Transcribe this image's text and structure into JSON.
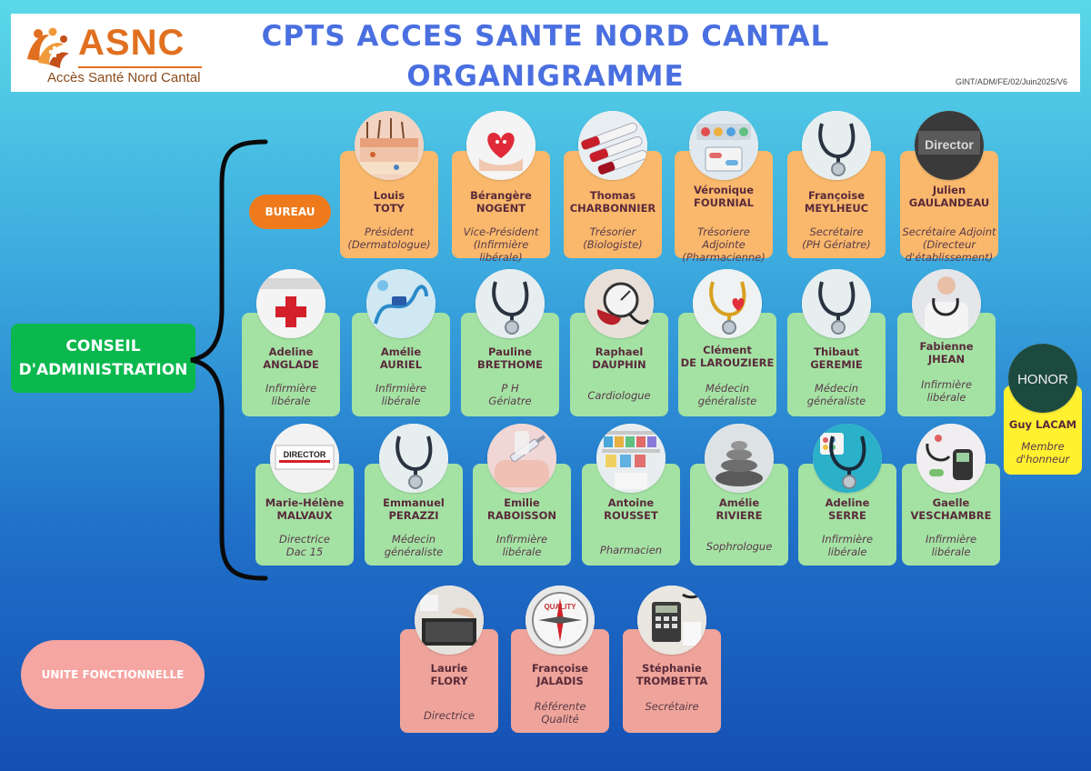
{
  "header": {
    "logo_text": "ASNC",
    "logo_subtitle": "Accès Santé Nord Cantal",
    "title_line1": "CPTS ACCES SANTE NORD CANTAL",
    "title_line2": "ORGANIGRAMME",
    "reference": "GINT/ADM/FE/02/Juin2025/V6"
  },
  "labels": {
    "bureau": "BUREAU",
    "conseil_line1": "CONSEIL",
    "conseil_line2": "D'ADMINISTRATION",
    "unite": "UNITE FONCTIONNELLE"
  },
  "bureau": [
    {
      "first": "Louis",
      "last": "TOTY",
      "role": [
        "Président",
        "(Dermatologue)"
      ],
      "icon": "skin-layers-icon"
    },
    {
      "first": "Bérangère",
      "last": "NOGENT",
      "role": [
        "Vice-Président",
        "(Infirmière",
        "libérale)"
      ],
      "icon": "heart-hands-icon"
    },
    {
      "first": "Thomas",
      "last": "CHARBONNIER",
      "role": [
        "Trésorier",
        "(Biologiste)"
      ],
      "icon": "blood-tubes-icon"
    },
    {
      "first": "Véronique",
      "last": "FOURNIAL",
      "role": [
        "Trésoriere",
        "Adjointe",
        "(Pharmacienne)"
      ],
      "icon": "pills-icon"
    },
    {
      "first": "Françoise",
      "last": "MEYLHEUC",
      "role": [
        "Secrétaire",
        "(PH Gériatre)"
      ],
      "icon": "stethoscope-icon"
    },
    {
      "first": "Julien",
      "last": "GAULANDEAU",
      "role": [
        "Secrétaire Adjoint",
        "(Directeur",
        "d'établissement)"
      ],
      "icon": "director-sign-icon",
      "icon_text": "Director"
    }
  ],
  "ca_row1": [
    {
      "first": "Adeline",
      "last": "ANGLADE",
      "role": [
        "Infirmière",
        "libérale"
      ],
      "icon": "red-cross-icon"
    },
    {
      "first": "Amélie",
      "last": "AURIEL",
      "role": [
        "Infirmière",
        "libérale"
      ],
      "icon": "iv-tube-icon"
    },
    {
      "first": "Pauline",
      "last": "BRETHOME",
      "role": [
        "P H",
        "Gériatre"
      ],
      "icon": "stethoscope-icon"
    },
    {
      "first": "Raphael",
      "last": "DAUPHIN",
      "role": [
        "Cardiologue"
      ],
      "icon": "blood-pressure-icon"
    },
    {
      "first": "Clément",
      "last": "DE LAROUZIERE",
      "role": [
        "Médecin",
        "généraliste"
      ],
      "icon": "stethoscope-heart-icon"
    },
    {
      "first": "Thibaut",
      "last": "GEREMIE",
      "role": [
        "Médecin",
        "généraliste"
      ],
      "icon": "stethoscope-icon"
    },
    {
      "first": "Fabienne",
      "last": "JHEAN",
      "role": [
        "Infirmière",
        "libérale"
      ],
      "icon": "nurse-icon"
    }
  ],
  "ca_row2": [
    {
      "first": "Marie-Hélène",
      "last": "MALVAUX",
      "role": [
        "Directrice",
        "Dac 15"
      ],
      "icon": "director-card-icon",
      "icon_text": "DIRECTOR"
    },
    {
      "first": "Emmanuel",
      "last": "PERAZZI",
      "role": [
        "Médecin",
        "généraliste"
      ],
      "icon": "stethoscope-icon"
    },
    {
      "first": "Emilie",
      "last": "RABOISSON",
      "role": [
        "Infirmière",
        "libérale"
      ],
      "icon": "injection-icon"
    },
    {
      "first": "Antoine",
      "last": "ROUSSET",
      "role": [
        "Pharmacien"
      ],
      "icon": "pharmacy-icon"
    },
    {
      "first": "Amélie",
      "last": "RIVIERE",
      "role": [
        "Sophrologue"
      ],
      "icon": "stones-icon"
    },
    {
      "first": "Adeline",
      "last": "SERRE",
      "role": [
        "Infirmière",
        "libérale"
      ],
      "icon": "medical-kit-icon"
    },
    {
      "first": "Gaelle",
      "last": "VESCHAMBRE",
      "role": [
        "Infirmière",
        "libérale"
      ],
      "icon": "glucose-meter-icon"
    }
  ],
  "honor": {
    "icon_text": "HONOR",
    "name": "Guy  LACAM",
    "role": [
      "Membre",
      "d'honneur"
    ],
    "icon": "honor-icon"
  },
  "unit": [
    {
      "first": "Laurie",
      "last": "FLORY",
      "role": [
        "Directrice"
      ],
      "icon": "laptop-icon"
    },
    {
      "first": "Françoise",
      "last": "JALADIS",
      "role": [
        "Référente",
        "Qualité"
      ],
      "icon": "quality-compass-icon",
      "icon_text": "QUALITY"
    },
    {
      "first": "Stéphanie",
      "last": "TROMBETTA",
      "role": [
        "Secrétaire"
      ],
      "icon": "calculator-icon"
    }
  ],
  "colors": {
    "bureau_card": "#f9b86c",
    "ca_card": "#a4e2a4",
    "unit_card": "#eea49a",
    "honor_card": "#fff030",
    "bureau_pill": "#ee7a1c",
    "ca_pill": "#0ab84e",
    "unit_pill": "#f6a6a2",
    "title": "#4a6fe0",
    "logo": "#e07020"
  }
}
